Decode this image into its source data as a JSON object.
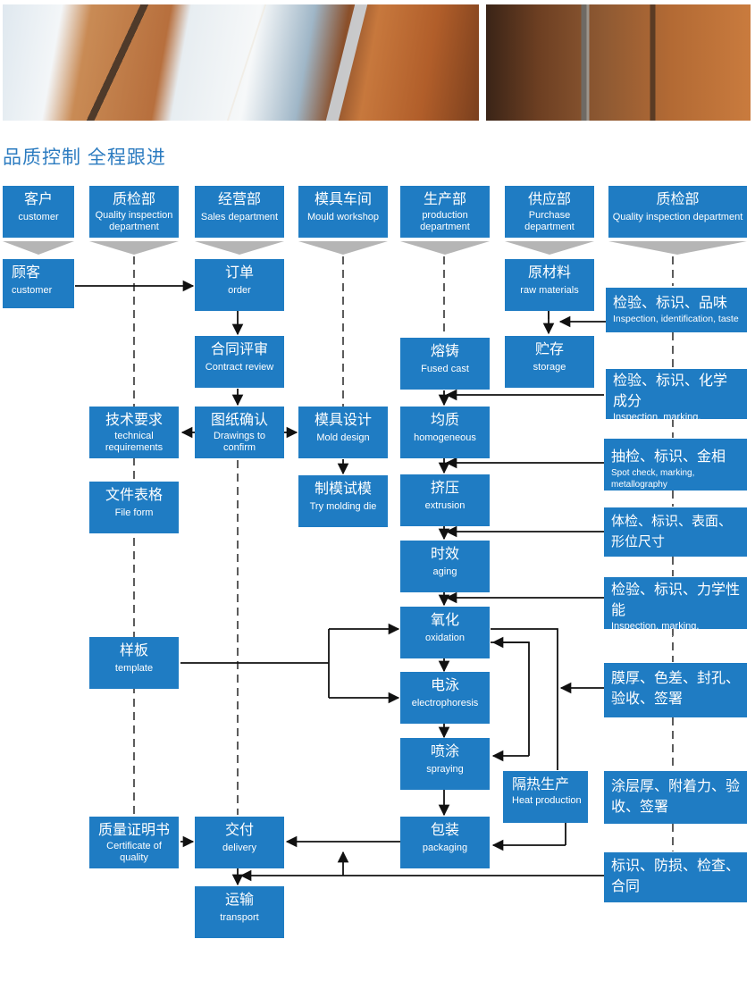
{
  "title": "品质控制  全程跟进",
  "departments": [
    {
      "zh": "客户",
      "en": "customer"
    },
    {
      "zh": "质检部",
      "en": "Quality inspection department"
    },
    {
      "zh": "经营部",
      "en": "Sales department"
    },
    {
      "zh": "模具车间",
      "en": "Mould workshop"
    },
    {
      "zh": "生产部",
      "en": "production department"
    },
    {
      "zh": "供应部",
      "en": "Purchase department"
    },
    {
      "zh": "质检部",
      "en": "Quality inspection department"
    }
  ],
  "steps": {
    "customer": {
      "zh": "顾客",
      "en": "customer"
    },
    "order": {
      "zh": "订单",
      "en": "order"
    },
    "contract": {
      "zh": "合同评审",
      "en": "Contract review"
    },
    "drawings": {
      "zh": "图纸确认",
      "en": "Drawings to confirm"
    },
    "tech": {
      "zh": "技术要求",
      "en": "technical requirements"
    },
    "fileform": {
      "zh": "文件表格",
      "en": "File form"
    },
    "template": {
      "zh": "样板",
      "en": "template"
    },
    "certificate": {
      "zh": "质量证明书",
      "en": "Certificate of quality"
    },
    "delivery": {
      "zh": "交付",
      "en": "delivery"
    },
    "transport": {
      "zh": "运输",
      "en": "transport"
    },
    "mold_design": {
      "zh": "模具设计",
      "en": "Mold design"
    },
    "try_mold": {
      "zh": "制模试模",
      "en": "Try molding die"
    },
    "raw": {
      "zh": "原材料",
      "en": "raw materials"
    },
    "storage": {
      "zh": "贮存",
      "en": "storage"
    },
    "cast": {
      "zh": "熔铸",
      "en": "Fused cast"
    },
    "homogen": {
      "zh": "均质",
      "en": "homogeneous"
    },
    "extrusion": {
      "zh": "挤压",
      "en": "extrusion"
    },
    "aging": {
      "zh": "时效",
      "en": "aging"
    },
    "oxidation": {
      "zh": "氧化",
      "en": "oxidation"
    },
    "electro": {
      "zh": "电泳",
      "en": "electrophoresis"
    },
    "spraying": {
      "zh": "喷涂",
      "en": "spraying"
    },
    "packaging": {
      "zh": "包装",
      "en": "packaging"
    },
    "heat": {
      "zh": "隔热生产",
      "en": "Heat production"
    }
  },
  "quality_checks": [
    {
      "zh": "检验、标识、品味",
      "en": "Inspection, identification, taste"
    },
    {
      "zh": "检验、标识、化学成分",
      "en": "Inspection, marking, chemical composition"
    },
    {
      "zh": "抽检、标识、金相",
      "en": "Spot check, marking, metallography"
    },
    {
      "zh": "体检、标识、表面、形位尺寸",
      "en": ""
    },
    {
      "zh": "检验、标识、力学性能",
      "en": "Inspection, marking, mechanical properties"
    },
    {
      "zh": "膜厚、色差、封孔、验收、签署",
      "en": ""
    },
    {
      "zh": "涂层厚、附着力、验收、签署",
      "en": ""
    },
    {
      "zh": "标识、防损、检查、合同",
      "en": ""
    }
  ],
  "colors": {
    "box": "#1f7cc3",
    "title": "#2b7bc0",
    "line": "#111111",
    "chevron": "#b5b5b5"
  }
}
